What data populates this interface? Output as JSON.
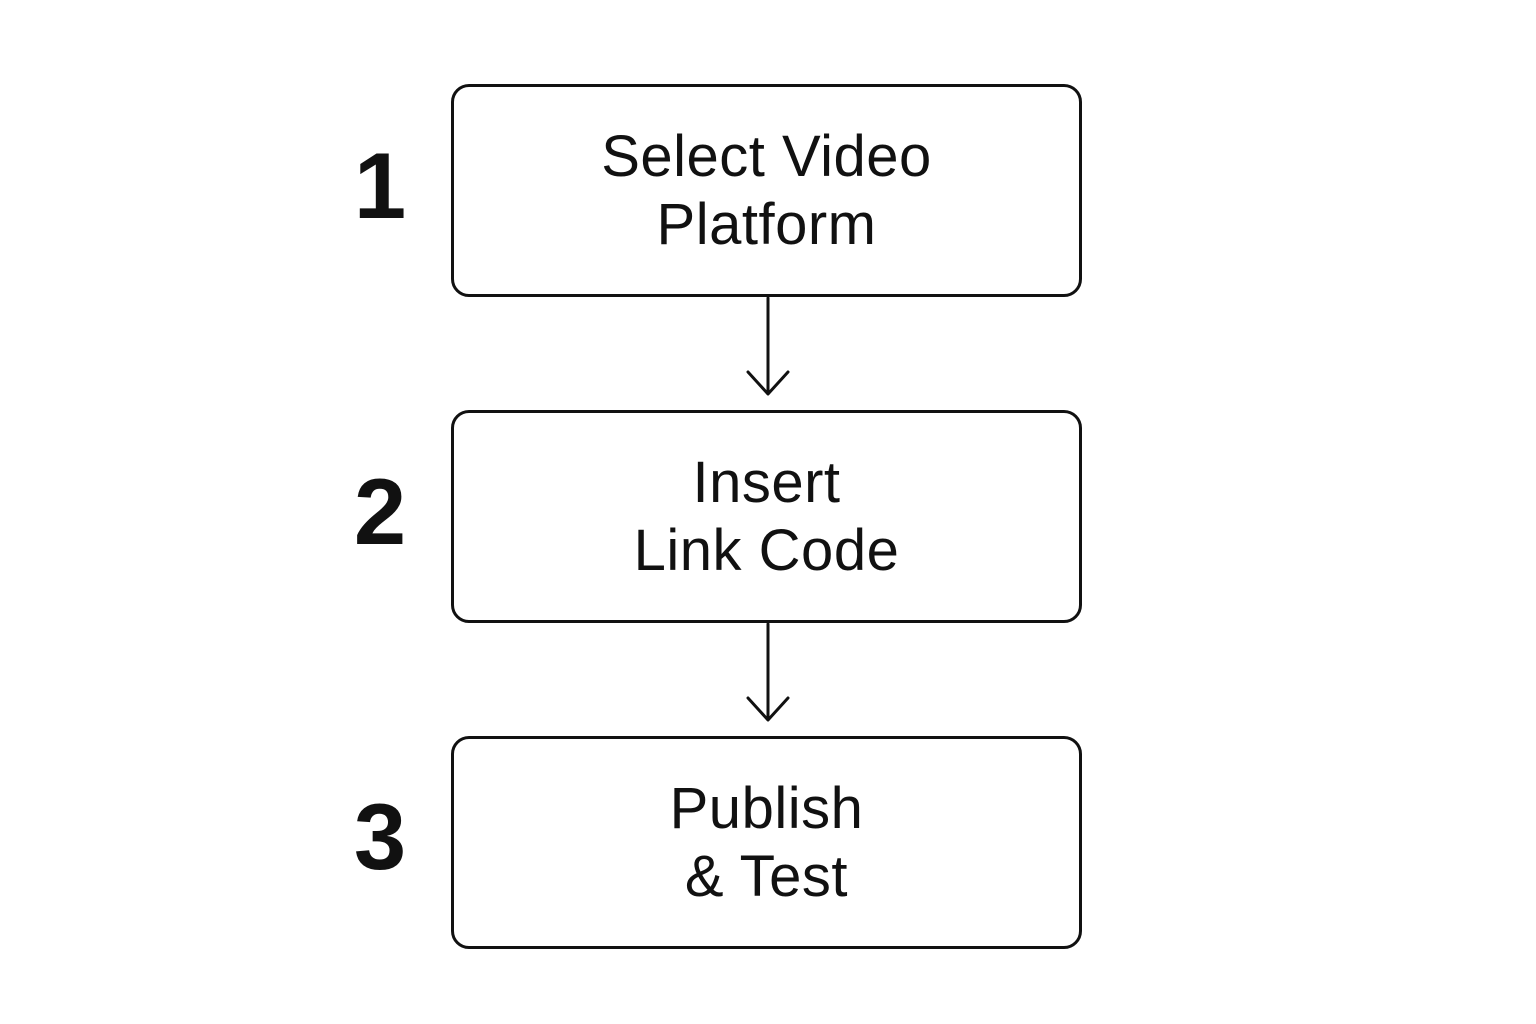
{
  "diagram": {
    "steps": [
      {
        "number": "1",
        "lines": [
          "Select Video",
          "Platform"
        ]
      },
      {
        "number": "2",
        "lines": [
          "Insert",
          "Link Code"
        ]
      },
      {
        "number": "3",
        "lines": [
          "Publish",
          "& Test"
        ]
      }
    ],
    "connectors": [
      {
        "from": "1",
        "to": "2"
      },
      {
        "from": "2",
        "to": "3"
      }
    ],
    "colors": {
      "stroke": "#111111",
      "background": "#ffffff",
      "text": "#111111"
    }
  }
}
